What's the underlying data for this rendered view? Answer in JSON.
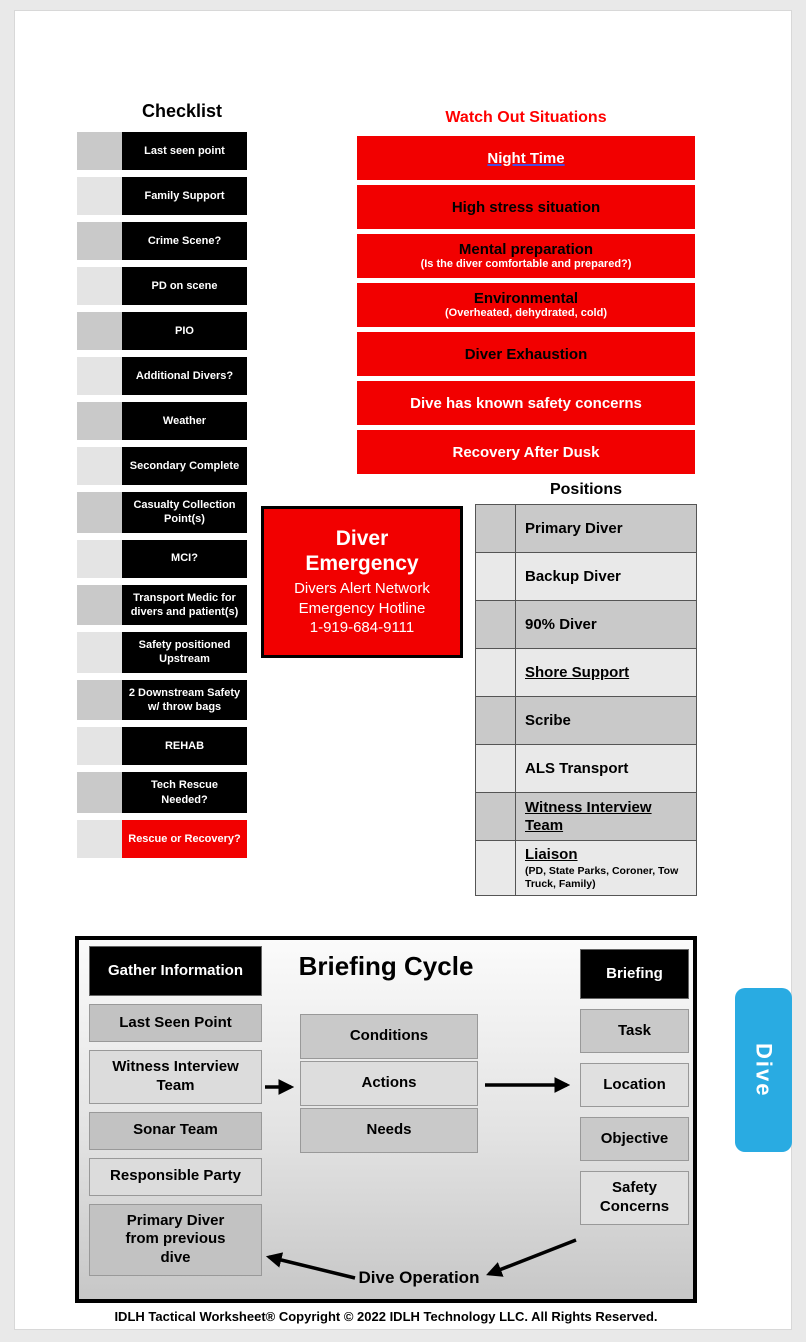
{
  "colors": {
    "accent_red": "#f20000",
    "tab_blue": "#29abe2"
  },
  "checklist": {
    "title": "Checklist",
    "items": [
      "Last seen point",
      "Family Support",
      "Crime Scene?",
      "PD on scene",
      "PIO",
      "Additional Divers?",
      "Weather",
      "Secondary Complete",
      "Casualty Collection Point(s)",
      "MCI?",
      "Transport Medic for divers and patient(s)",
      "Safety positioned Upstream",
      "2 Downstream Safety w/ throw bags",
      "REHAB",
      "Tech Rescue Needed?",
      "Rescue or Recovery?"
    ]
  },
  "watchout": {
    "title": "Watch Out Situations",
    "items": [
      {
        "label": "Night Time"
      },
      {
        "label": "High stress situation"
      },
      {
        "label": "Mental preparation",
        "sub": "(Is the diver comfortable and prepared?)"
      },
      {
        "label": "Environmental",
        "sub": "(Overheated, dehydrated, cold)"
      },
      {
        "label": "Diver Exhaustion"
      },
      {
        "label": "Dive has known safety concerns"
      },
      {
        "label": "Recovery After Dusk"
      }
    ]
  },
  "emergency": {
    "title": "Diver Emergency",
    "line1": "Divers Alert Network",
    "line2": "Emergency Hotline",
    "phone": "1-919-684-9111"
  },
  "positions": {
    "title": "Positions",
    "items": [
      {
        "label": "Primary Diver"
      },
      {
        "label": "Backup Diver"
      },
      {
        "label": "90% Diver"
      },
      {
        "label": "Shore Support"
      },
      {
        "label": "Scribe"
      },
      {
        "label": "ALS Transport"
      },
      {
        "label": "Witness Interview Team"
      },
      {
        "label": "Liaison",
        "sub": "(PD, State Parks, Coroner, Tow Truck, Family)"
      }
    ]
  },
  "briefing": {
    "title": "Briefing Cycle",
    "gather_header": "Gather Information",
    "gather_items": [
      "Last Seen Point",
      "Witness Interview Team",
      "Sonar Team",
      "Responsible Party",
      "Primary Diver from previous dive"
    ],
    "cycle_items": [
      "Conditions",
      "Actions",
      "Needs"
    ],
    "briefing_header": "Briefing",
    "briefing_items": [
      "Task",
      "Location",
      "Objective",
      "Safety Concerns"
    ],
    "bottom_label": "Dive Operation"
  },
  "footer": "IDLH Tactical Worksheet®  Copyright © 2022 IDLH Technology LLC. All Rights Reserved.",
  "side_tab": "Dive"
}
